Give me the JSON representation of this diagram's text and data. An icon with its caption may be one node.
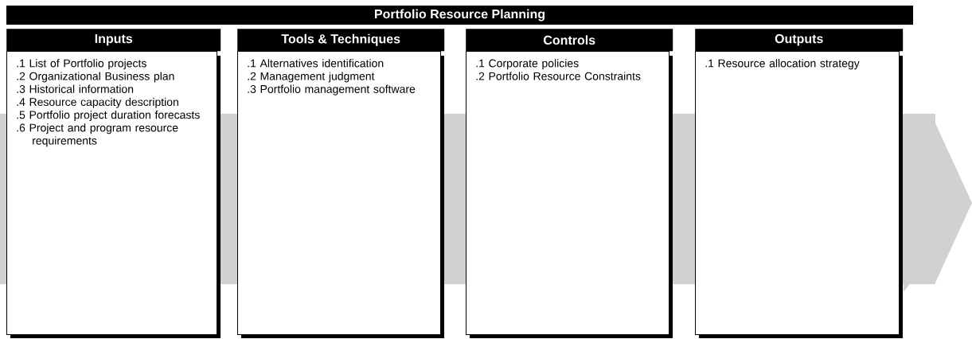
{
  "diagram": {
    "nodes": [
      {
        "text": [
          "Portfolio Resource Planning"
        ]
      },
      {
        "text": [
          "Inputs",
          ".1 List of Portfolio projects",
          ".2 Organizational Business plan",
          ".3 Historical information",
          ".4 Resource capacity description",
          ".5 Portfolio project duration forecasts",
          ".6 Project and program resource requirements"
        ]
      },
      {
        "text": [
          "Tools & Techniques",
          ".1 Alternatives identification",
          ".2 Management judgment",
          ".3 Portfolio management software"
        ]
      },
      {
        "text": [
          "Controls",
          ".1 Corporate policies",
          ".2 Portfolio Resource Constraints"
        ]
      },
      {
        "text": [
          "Outputs",
          ".1 Resource allocation strategy"
        ]
      }
    ]
  }
}
